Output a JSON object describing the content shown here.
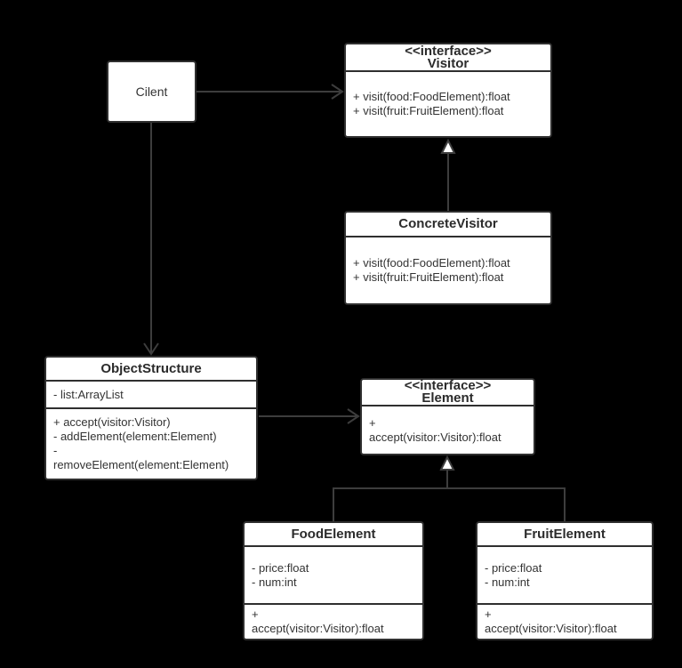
{
  "diagram": {
    "colors": {
      "background": "#000000",
      "box_fill": "#ffffff",
      "box_border": "#2f2f2f",
      "text": "#333333",
      "connector": "#3d3d3d"
    }
  },
  "classes": {
    "client": {
      "name": "Cilent"
    },
    "visitor": {
      "stereotype": "<<interface>>",
      "name": "Visitor",
      "methods": [
        "+ visit(food:FoodElement):float",
        "+ visit(fruit:FruitElement):float"
      ]
    },
    "concrete_visitor": {
      "name": "ConcreteVisitor",
      "methods": [
        "+ visit(food:FoodElement):float",
        "+ visit(fruit:FruitElement):float"
      ]
    },
    "object_structure": {
      "name": "ObjectStructure",
      "attributes": [
        "- list:ArrayList"
      ],
      "methods": [
        "+ accept(visitor:Visitor)",
        "- addElement(element:Element)",
        "-",
        "removeElement(element:Element)"
      ]
    },
    "element": {
      "stereotype": "<<interface>>",
      "name": "Element",
      "methods": [
        "+",
        "accept(visitor:Visitor):float"
      ]
    },
    "food_element": {
      "name": "FoodElement",
      "attributes": [
        "- price:float",
        "- num:int"
      ],
      "methods": [
        "+",
        "accept(visitor:Visitor):float"
      ]
    },
    "fruit_element": {
      "name": "FruitElement",
      "attributes": [
        "- price:float",
        "- num:int"
      ],
      "methods": [
        "+",
        "accept(visitor:Visitor):float"
      ]
    }
  },
  "relationships": [
    {
      "from": "Cilent",
      "to": "Visitor",
      "type": "association-arrow"
    },
    {
      "from": "Cilent",
      "to": "ObjectStructure",
      "type": "association-arrow"
    },
    {
      "from": "ConcreteVisitor",
      "to": "Visitor",
      "type": "generalization"
    },
    {
      "from": "ObjectStructure",
      "to": "Element",
      "type": "association-arrow"
    },
    {
      "from": "FoodElement",
      "to": "Element",
      "type": "generalization"
    },
    {
      "from": "FruitElement",
      "to": "Element",
      "type": "generalization"
    }
  ]
}
